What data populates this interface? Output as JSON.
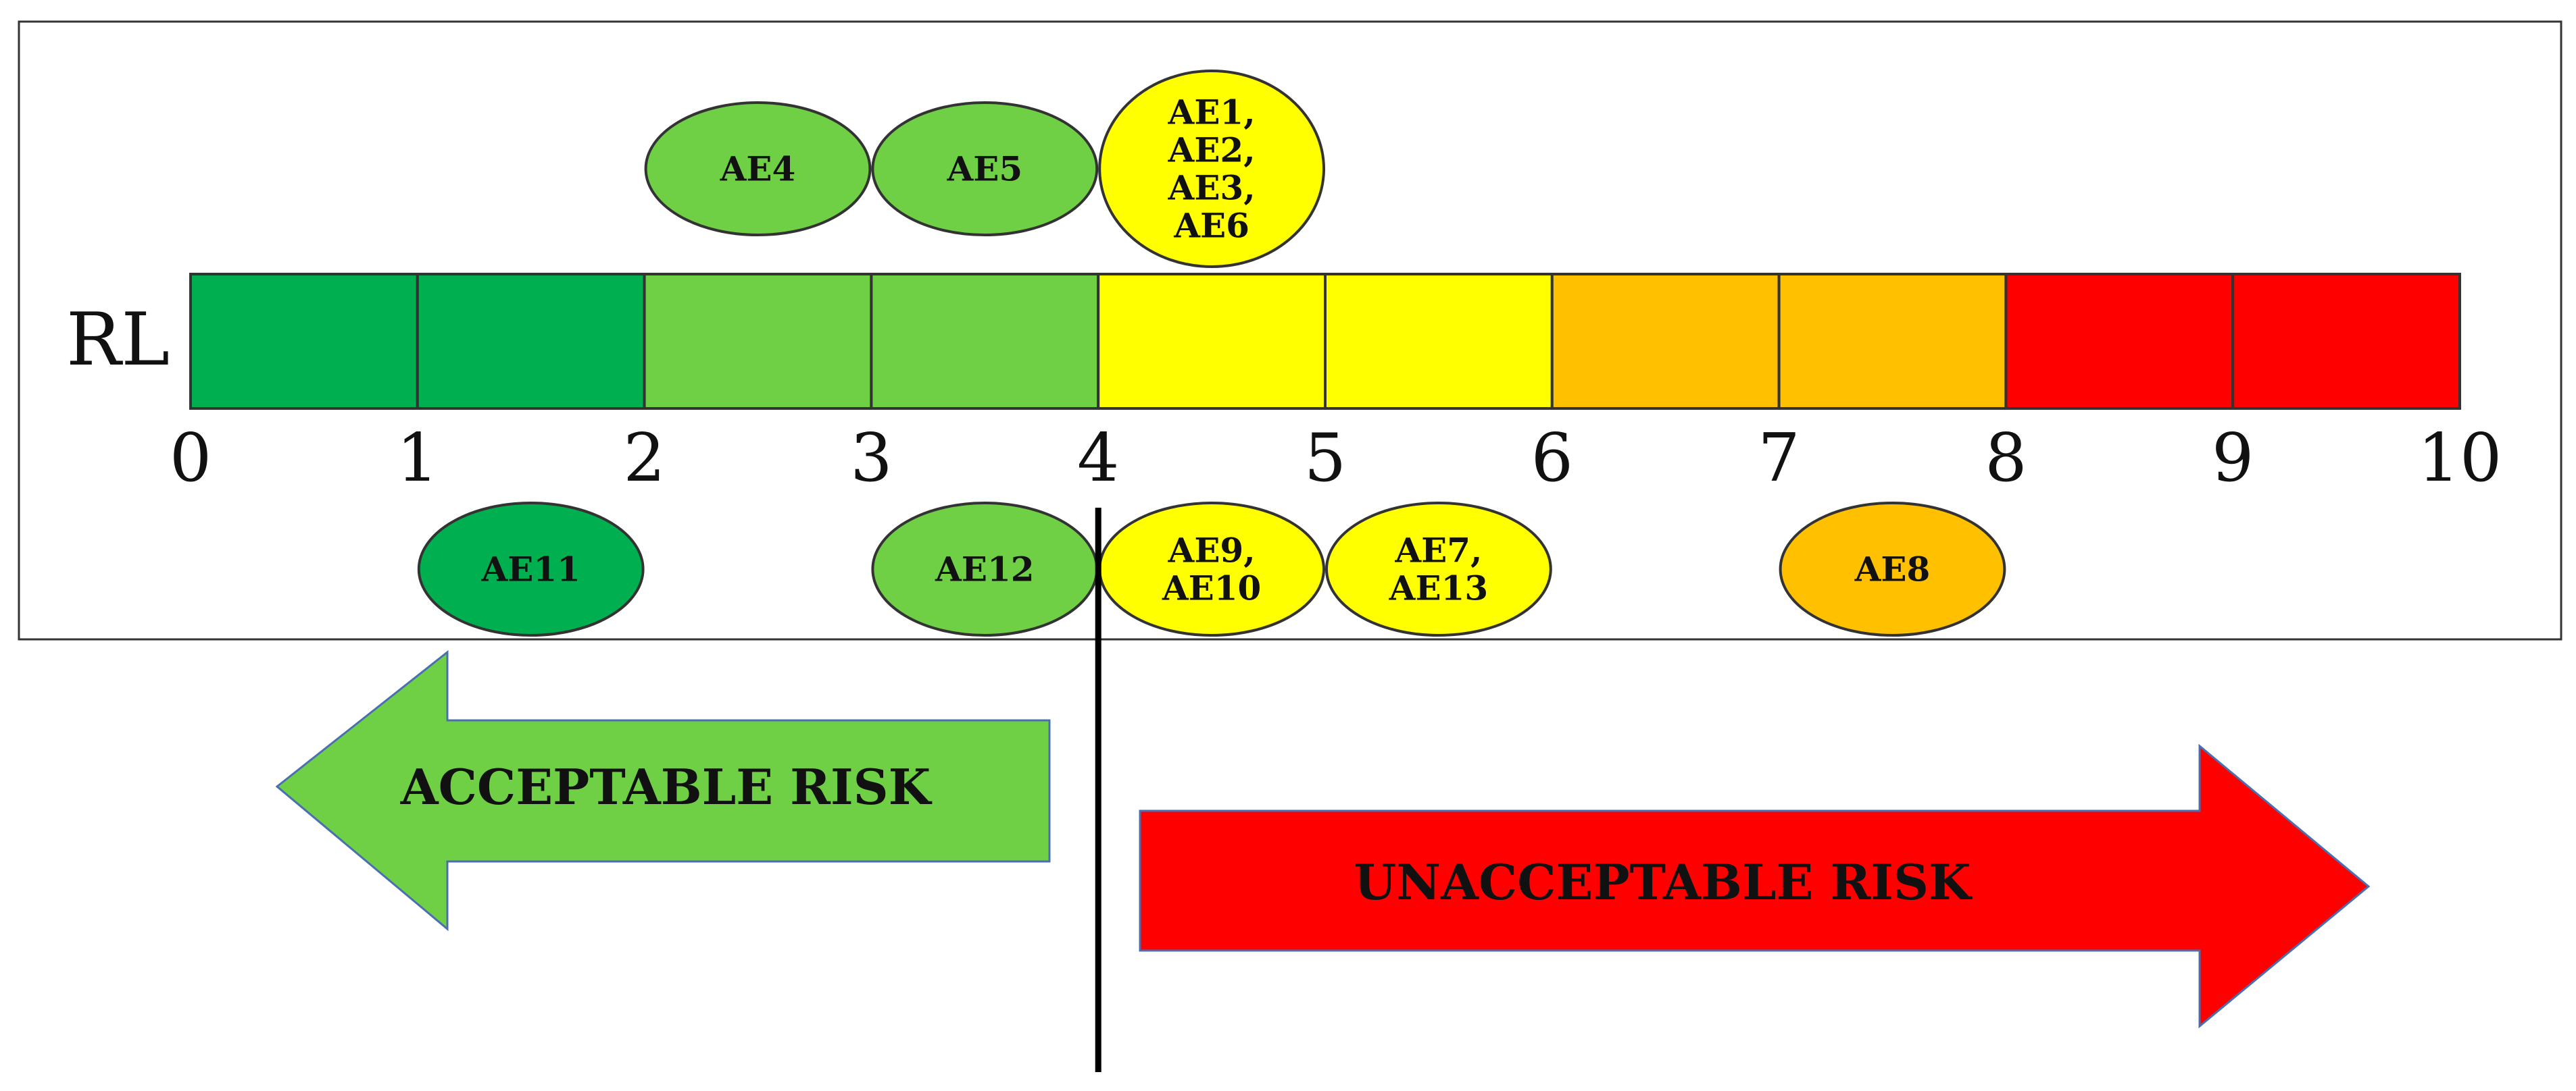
{
  "scale": {
    "label": "RL",
    "min": 0,
    "max": 10,
    "ticks": [
      "0",
      "1",
      "2",
      "3",
      "4",
      "5",
      "6",
      "7",
      "8",
      "9",
      "10"
    ],
    "bands": [
      {
        "from": 0,
        "to": 2,
        "color": "#00b050"
      },
      {
        "from": 2,
        "to": 4,
        "color": "#70d045"
      },
      {
        "from": 4,
        "to": 6,
        "color": "#ffff00"
      },
      {
        "from": 6,
        "to": 8,
        "color": "#ffc000"
      },
      {
        "from": 8,
        "to": 10,
        "color": "#ff0000"
      }
    ]
  },
  "threshold": 4,
  "events_above": [
    {
      "lines": [
        "AE4"
      ],
      "color": "#70d045"
    },
    {
      "lines": [
        "AE5"
      ],
      "color": "#70d045"
    },
    {
      "lines": [
        "AE1,",
        "AE2,",
        "AE3,",
        "AE6"
      ],
      "color": "#ffff00"
    }
  ],
  "events_below": [
    {
      "lines": [
        "AE11"
      ],
      "color": "#00b050"
    },
    {
      "lines": [
        "AE12"
      ],
      "color": "#70d045"
    },
    {
      "lines": [
        "AE9,",
        "AE10"
      ],
      "color": "#ffff00"
    },
    {
      "lines": [
        "AE7,",
        "AE13"
      ],
      "color": "#ffff00"
    },
    {
      "lines": [
        "AE8"
      ],
      "color": "#ffc000"
    }
  ],
  "arrows": {
    "acceptable": {
      "label": "ACCEPTABLE RISK",
      "color": "#70d045"
    },
    "unacceptable": {
      "label": "UNACCEPTABLE RISK",
      "color": "#ff0000"
    }
  }
}
